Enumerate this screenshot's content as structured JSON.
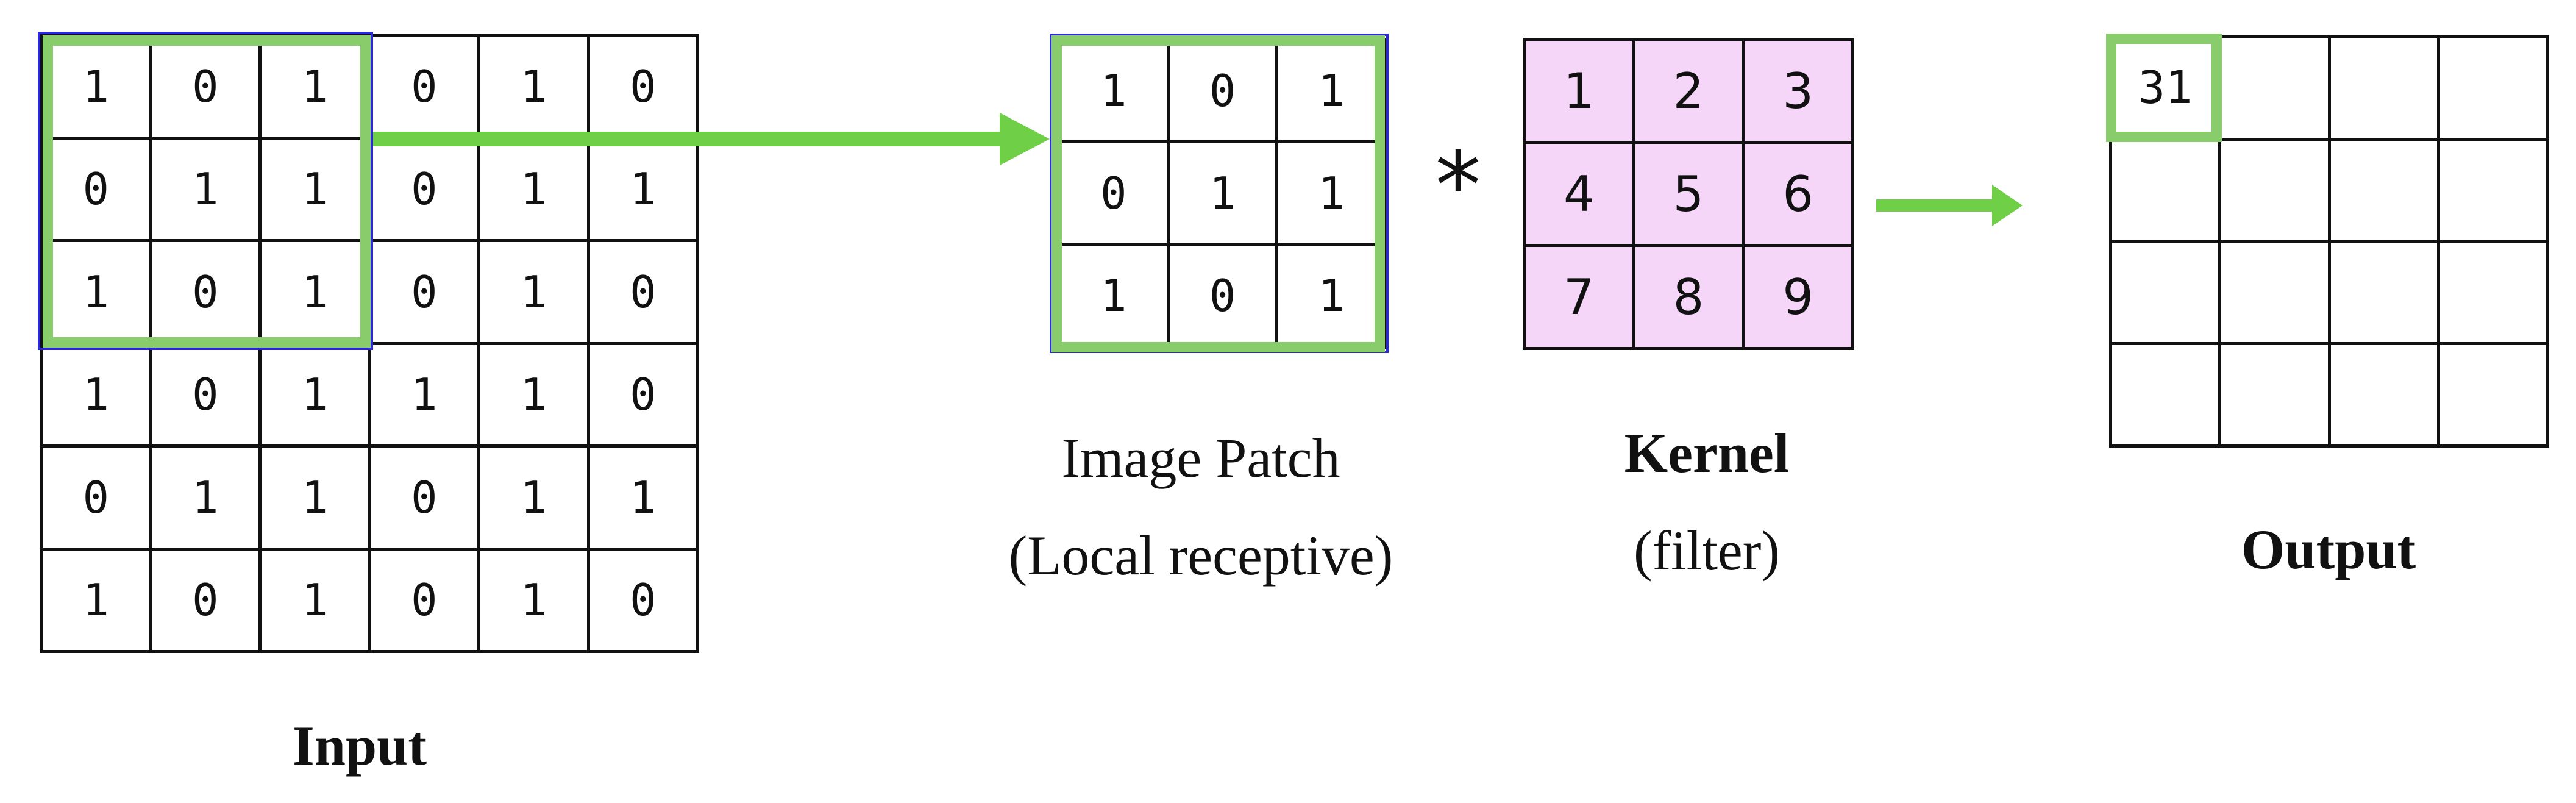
{
  "input": {
    "label": "Input",
    "matrix": [
      [
        "1",
        "0",
        "1",
        "0",
        "1",
        "0"
      ],
      [
        "0",
        "1",
        "1",
        "0",
        "1",
        "1"
      ],
      [
        "1",
        "0",
        "1",
        "0",
        "1",
        "0"
      ],
      [
        "1",
        "0",
        "1",
        "1",
        "1",
        "0"
      ],
      [
        "0",
        "1",
        "1",
        "0",
        "1",
        "1"
      ],
      [
        "1",
        "0",
        "1",
        "0",
        "1",
        "0"
      ]
    ]
  },
  "patch": {
    "label": "Image Patch",
    "sublabel": "(Local receptive)",
    "matrix": [
      [
        "1",
        "0",
        "1"
      ],
      [
        "0",
        "1",
        "1"
      ],
      [
        "1",
        "0",
        "1"
      ]
    ]
  },
  "operator": "*",
  "kernel": {
    "label": "Kernel",
    "sublabel": "(filter)",
    "fill_color": "#f6d6f8",
    "matrix": [
      [
        "1",
        "2",
        "3"
      ],
      [
        "4",
        "5",
        "6"
      ],
      [
        "7",
        "8",
        "9"
      ]
    ]
  },
  "output": {
    "label": "Output",
    "matrix": [
      [
        "31",
        "",
        "",
        ""
      ],
      [
        "",
        "",
        "",
        ""
      ],
      [
        "",
        "",
        "",
        ""
      ],
      [
        "",
        "",
        "",
        ""
      ]
    ]
  },
  "colors": {
    "highlight": "#88cc6c",
    "arrow": "#6fcf46",
    "grid_line": "#111111",
    "patch_frame": "#2a2acf"
  }
}
